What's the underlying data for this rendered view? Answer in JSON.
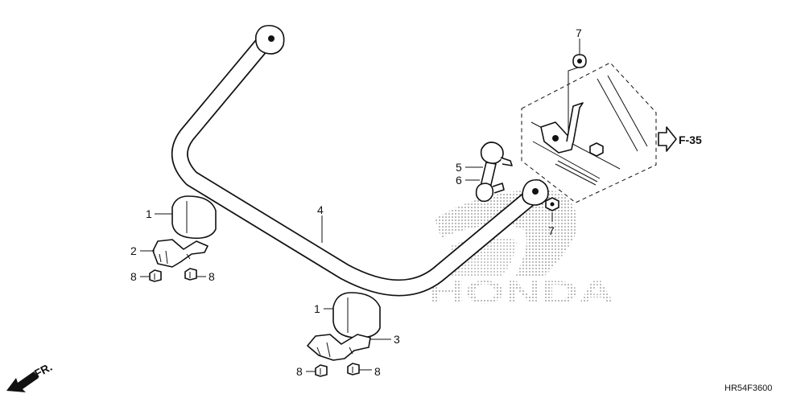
{
  "diagram": {
    "callouts": {
      "c7_top": "7",
      "c5": "5",
      "c6": "6",
      "c7_mid": "7",
      "c4": "4",
      "c1_left": "1",
      "c2": "2",
      "c8_left_a": "8",
      "c8_left_b": "8",
      "c1_bottom": "1",
      "c3": "3",
      "c8_bottom_a": "8",
      "c8_bottom_b": "8"
    },
    "reference_label": "F-35",
    "front_label": "FR.",
    "watermark": "HONDA",
    "diagram_code": "HR54F3600"
  },
  "colors": {
    "line": "#111111",
    "watermark": "#9a9a9a",
    "background": "#ffffff"
  }
}
